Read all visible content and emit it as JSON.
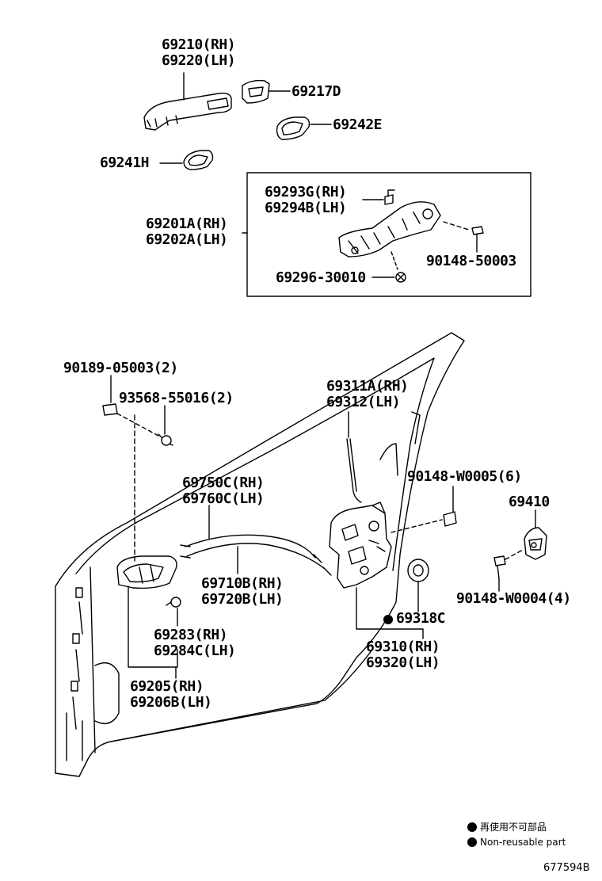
{
  "labels": {
    "p69210": "69210(RH)",
    "p69220": "69220(LH)",
    "p69217d": "69217D",
    "p69242e": "69242E",
    "p69241h": "69241H",
    "p69293g": "69293G(RH)",
    "p69294b": "69294B(LH)",
    "p69201a": "69201A(RH)",
    "p69202a": "69202A(LH)",
    "p9014850003": "90148-50003",
    "p6929630010": "69296-30010",
    "p9018905003": "90189-05003(2)",
    "p9356855016": "93568-55016(2)",
    "p69311a": "69311A(RH)",
    "p69312": "69312(LH)",
    "p90148w0005": "90148-W0005(6)",
    "p69410": "69410",
    "p69750c": "69750C(RH)",
    "p69760c": "69760C(LH)",
    "p69710b": "69710B(RH)",
    "p69720b": "69720B(LH)",
    "p69318c": "69318C",
    "p90148w0004": "90148-W0004(4)",
    "p69283": "69283(RH)",
    "p69284c": "69284C(LH)",
    "p69310": "69310(RH)",
    "p69320": "69320(LH)",
    "p69205": "69205(RH)",
    "p69206b": "69206B(LH)"
  },
  "legend": {
    "japanese": "再使用不可部品",
    "english": "Non-reusable part"
  },
  "figure_number": "677594B"
}
